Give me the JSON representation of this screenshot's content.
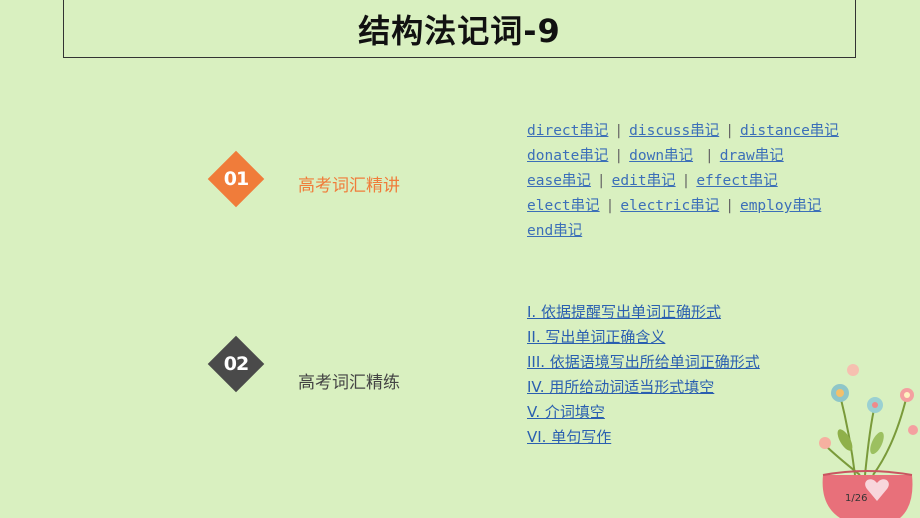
{
  "title": "结构法记词-9",
  "sections": [
    {
      "number": "01",
      "label": "高考词汇精讲",
      "badge_color": "#f07c3a",
      "label_color": "#f07c3a",
      "rows": [
        [
          "direct串记",
          "discuss串记",
          "distance串记"
        ],
        [
          "donate串记",
          "down串记",
          "draw串记"
        ],
        [
          "ease串记",
          "edit串记",
          "effect串记"
        ],
        [
          "elect串记",
          "electric串记",
          "employ串记"
        ],
        [
          "end串记"
        ]
      ]
    },
    {
      "number": "02",
      "label": "高考词汇精练",
      "badge_color": "#4a4a4a",
      "label_color": "#444444",
      "items": [
        "I. 依据提醒写出单词正确形式",
        "II. 写出单词正确含义",
        "III. 依据语境写出所给单词正确形式",
        "IV. 用所给动词适当形式填空",
        "V. 介词填空",
        "VI. 单句写作"
      ]
    }
  ],
  "page_number": "1/26",
  "colors": {
    "background": "#d9f0c0",
    "link": "#3c6fb8",
    "orange": "#f07c3a",
    "dark": "#4a4a4a"
  }
}
